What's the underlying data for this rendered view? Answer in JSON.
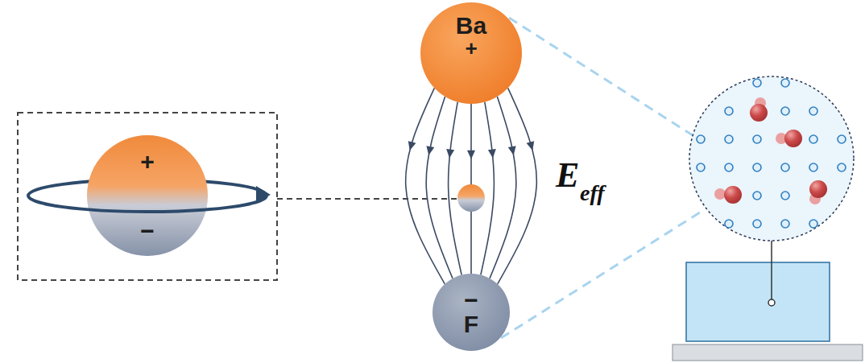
{
  "diagram": {
    "nodes": [
      {
        "text": [
          "+",
          "−"
        ]
      },
      {
        "text": [
          "Ba",
          "+"
        ]
      },
      {
        "text": [
          "−",
          "F"
        ]
      }
    ],
    "edges": [
      {
        "from": 1,
        "to": 2,
        "arrow": "to"
      },
      {
        "from": 1,
        "to": 2,
        "arrow": "to"
      },
      {
        "from": 1,
        "to": 2,
        "arrow": "to"
      },
      {
        "from": 1,
        "to": 2,
        "arrow": "to"
      },
      {
        "from": 1,
        "to": 2,
        "arrow": "to"
      },
      {
        "from": 1,
        "to": 2,
        "arrow": "to"
      },
      {
        "from": 1,
        "to": 2,
        "arrow": "to"
      }
    ],
    "labels": [
      "E",
      "eff"
    ]
  }
}
